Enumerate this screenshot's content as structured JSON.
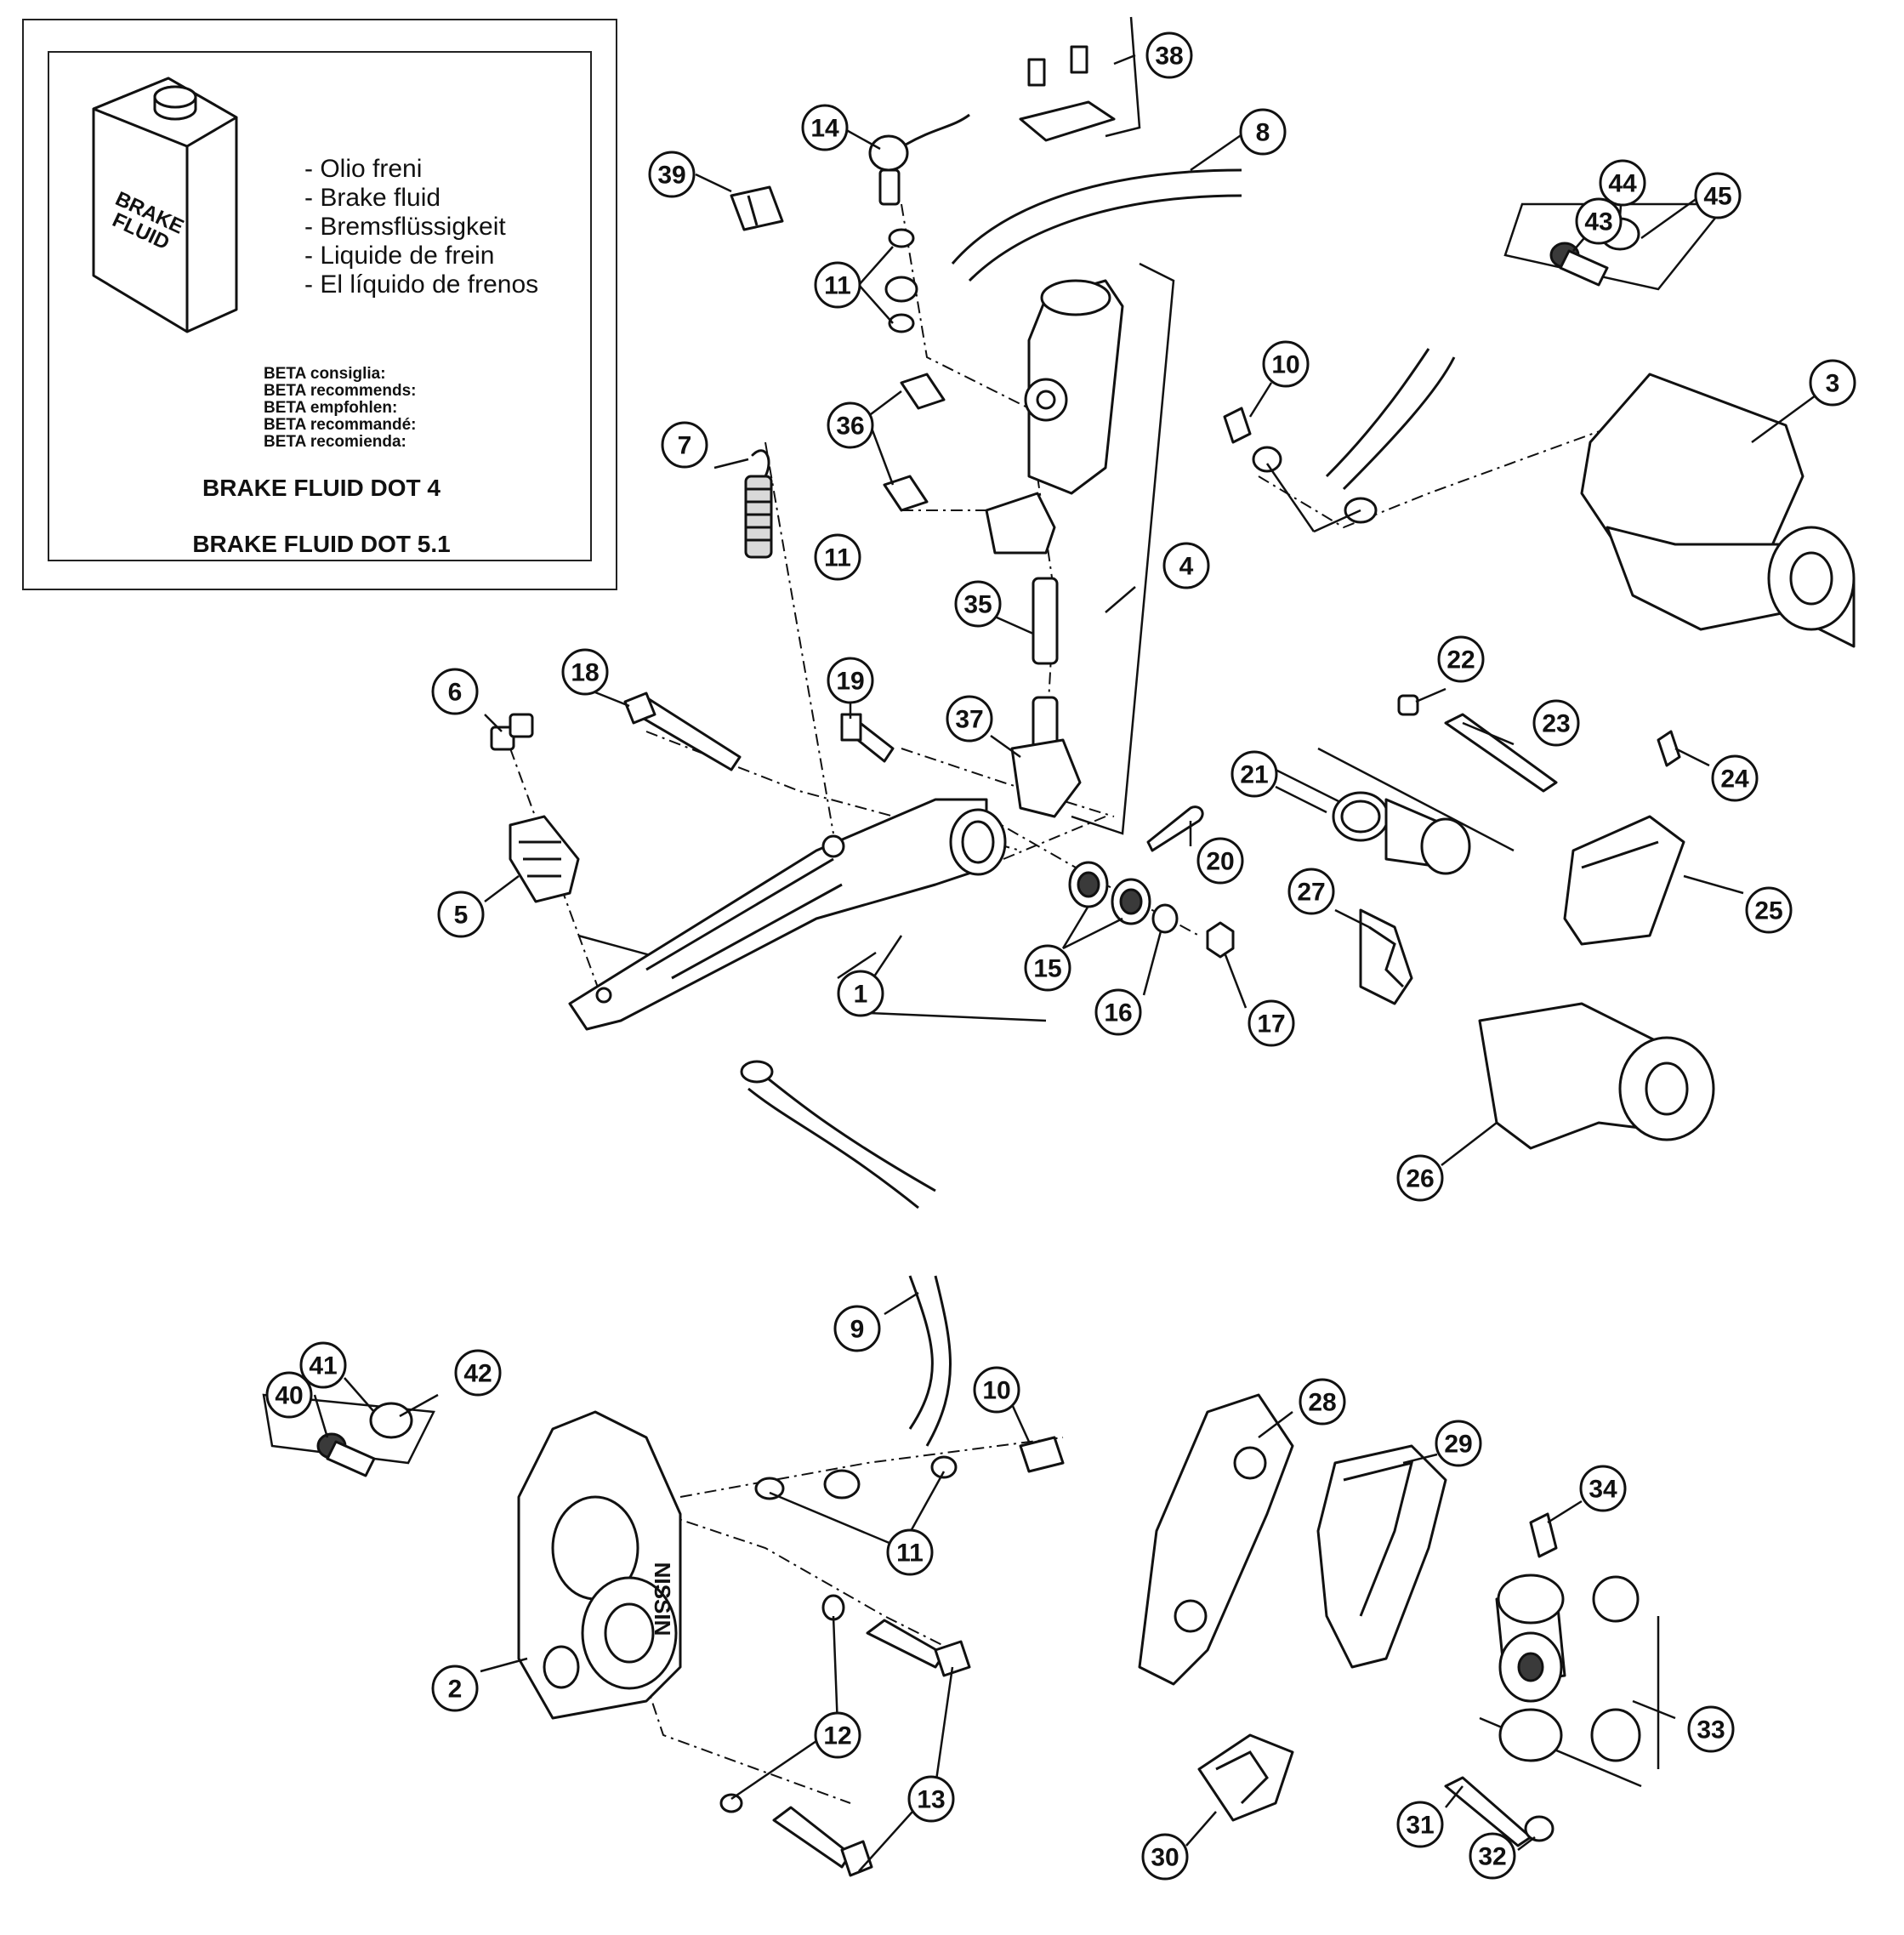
{
  "legend": {
    "can_label_line1": "BRAKE",
    "can_label_line2": "FLUID",
    "fluid_names": [
      "- Olio freni",
      "- Brake fluid",
      "- Bremsflüssigkeit",
      "- Liquide de frein",
      "- El líquido de frenos"
    ],
    "recommendations": [
      "BETA consiglia:",
      "BETA recommends:",
      "BETA empfohlen:",
      "BETA recommandé:",
      "BETA recomienda:"
    ],
    "dot4": "BRAKE FLUID DOT 4",
    "dot51": "BRAKE FLUID DOT 5.1"
  },
  "caliper_brand": "NISSIN",
  "callouts": [
    "38",
    "8",
    "14",
    "39",
    "11",
    "44",
    "45",
    "43",
    "3",
    "10",
    "36",
    "7",
    "11",
    "4",
    "35",
    "22",
    "23",
    "24",
    "18",
    "6",
    "19",
    "37",
    "21",
    "20",
    "25",
    "27",
    "5",
    "15",
    "1",
    "16",
    "17",
    "26",
    "9",
    "10",
    "28",
    "29",
    "41",
    "42",
    "40",
    "34",
    "11",
    "33",
    "2",
    "12",
    "13",
    "30",
    "31",
    "32"
  ]
}
